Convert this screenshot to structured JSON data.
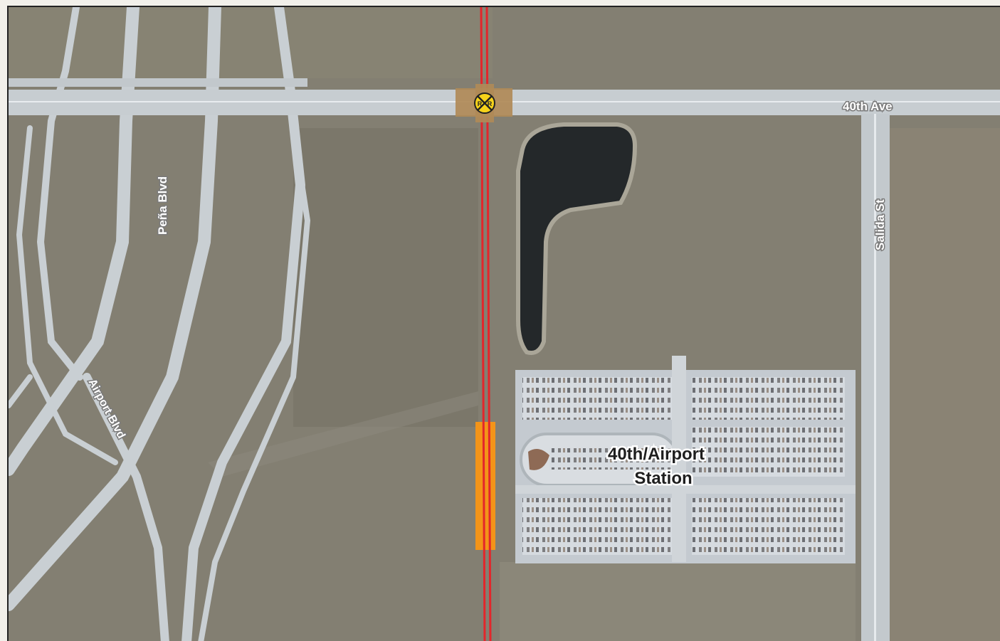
{
  "map": {
    "labels": {
      "avenue": "40th Ave",
      "pena": "Peña Blvd",
      "salida": "Salida St",
      "airport_blvd": "Airport Blvd",
      "station_line1": "40th/Airport",
      "station_line2": "Station"
    },
    "crossing_symbol": {
      "icon": "railroad-crossing-icon",
      "letters": [
        "R",
        "R"
      ]
    },
    "colors": {
      "rail_line": "#e3262b",
      "platform": "#f39419",
      "crossing_fill": "#f6d21a",
      "crossing_pad": "#b08a57"
    }
  }
}
